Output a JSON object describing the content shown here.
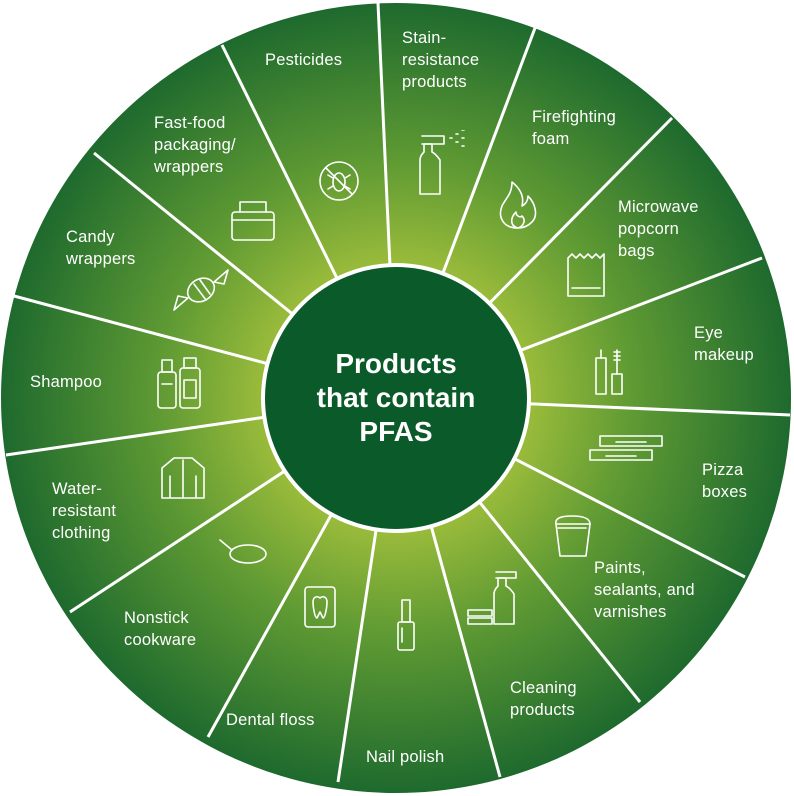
{
  "title": "Products\nthat contain\nPFAS",
  "segments": [
    {
      "label": "Pesticides",
      "icon": "bug-prohibited-icon"
    },
    {
      "label": "Stain-\nresistance\nproducts",
      "icon": "spray-bottle-icon"
    },
    {
      "label": "Firefighting\nfoam",
      "icon": "flame-icon"
    },
    {
      "label": "Microwave\npopcorn\nbags",
      "icon": "popcorn-bag-icon"
    },
    {
      "label": "Eye\nmakeup",
      "icon": "mascara-icon"
    },
    {
      "label": "Pizza\nboxes",
      "icon": "pizza-box-icon"
    },
    {
      "label": "Paints,\nsealants, and\nvarnishes",
      "icon": "paint-bucket-icon"
    },
    {
      "label": "Cleaning\nproducts",
      "icon": "cleaning-spray-icon"
    },
    {
      "label": "Nail polish",
      "icon": "nail-polish-icon"
    },
    {
      "label": "Dental floss",
      "icon": "dental-floss-icon"
    },
    {
      "label": "Nonstick\ncookware",
      "icon": "frying-pan-icon"
    },
    {
      "label": "Water-\nresistant\nclothing",
      "icon": "jacket-icon"
    },
    {
      "label": "Shampoo",
      "icon": "shampoo-bottles-icon"
    },
    {
      "label": "Candy\nwrappers",
      "icon": "candy-icon"
    },
    {
      "label": "Fast-food\npackaging/\nwrappers",
      "icon": "food-container-icon"
    }
  ],
  "colors": {
    "center": "#0b5a2a",
    "inner": "#a2c03c",
    "outer": "#1e6a2e",
    "divider": "#ffffff"
  }
}
